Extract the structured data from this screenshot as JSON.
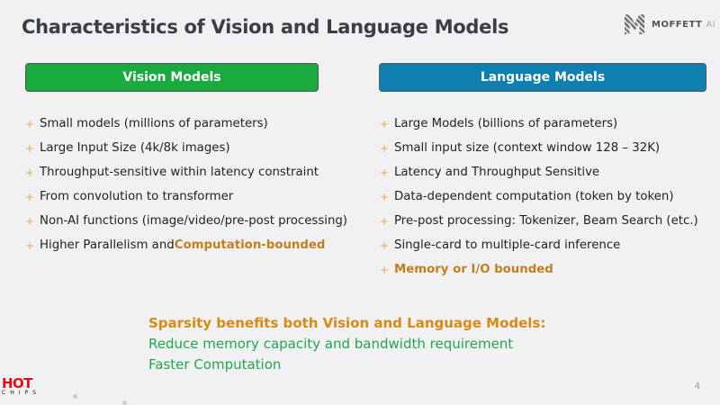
{
  "title": "Characteristics of Vision and Language Models",
  "logo": {
    "brand": "MOFFETT",
    "suffix": "AI"
  },
  "vision": {
    "header": "Vision Models",
    "items": [
      {
        "text": "Small models (millions of parameters)"
      },
      {
        "text": "Large Input Size (4k/8k images)"
      },
      {
        "text": "Throughput-sensitive within latency constraint"
      },
      {
        "text": "From convolution to transformer"
      },
      {
        "text": "Non-AI functions (image/video/pre-post processing)"
      },
      {
        "text": "Higher Parallelism and ",
        "highlight": "Computation-bounded"
      }
    ]
  },
  "language": {
    "header": "Language Models",
    "items": [
      {
        "text": "Large Models (billions of parameters)"
      },
      {
        "text": "Small input size (context window 128 – 32K)"
      },
      {
        "text": "Latency and Throughput Sensitive"
      },
      {
        "text": "Data-dependent computation (token by token)"
      },
      {
        "text": "Pre-post processing: Tokenizer, Beam Search (etc.)"
      },
      {
        "text": "Single-card to multiple-card inference"
      },
      {
        "text": "",
        "highlight": "Memory or I/O bounded"
      }
    ]
  },
  "summary": {
    "headline": "Sparsity benefits both Vision and Language Models:",
    "lines": [
      "Reduce memory capacity and bandwidth requirement",
      "Faster Computation"
    ]
  },
  "page_number": "4",
  "footer_logo": {
    "top": "HOT",
    "bottom": "CHIPS"
  },
  "colors": {
    "vision": "#1aab3e",
    "language": "#0e7fae",
    "highlight": "#c47f1c",
    "green_text": "#1fa84a"
  }
}
